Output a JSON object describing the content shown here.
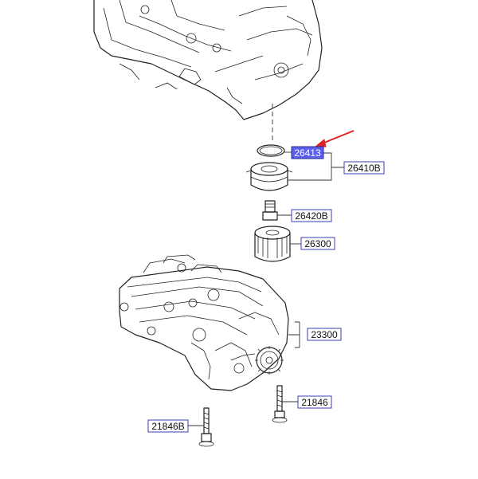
{
  "labels": {
    "p26413": "26413",
    "p26410B": "26410B",
    "p26420B": "26420B",
    "p26300": "26300",
    "p23300": "23300",
    "p21846": "21846",
    "p21846B": "21846B"
  },
  "colors": {
    "highlight_fill": "#5a5ff0",
    "label_border": "#3a3fb0",
    "arrow": "#e02020",
    "linework": "#222222"
  },
  "highlighted_part": "26413"
}
